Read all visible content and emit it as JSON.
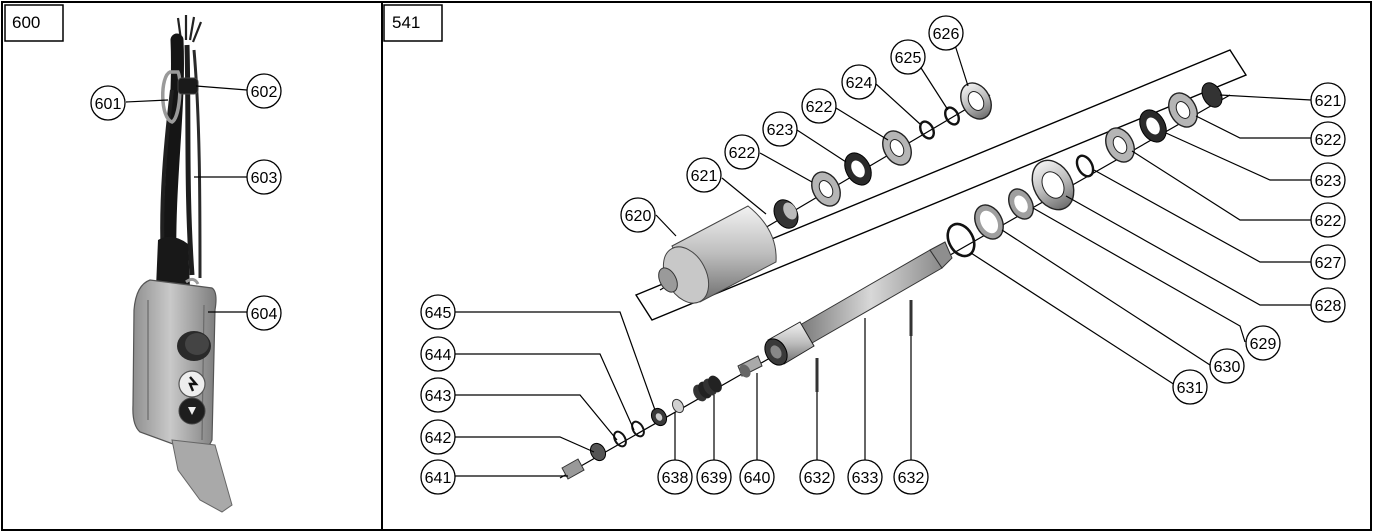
{
  "panels": [
    {
      "id": "600",
      "label": "600"
    },
    {
      "id": "541",
      "label": "541"
    }
  ],
  "parts": {
    "p601": "601",
    "p602": "602",
    "p603": "603",
    "p604": "604",
    "p620": "620",
    "p621a": "621",
    "p622a": "622",
    "p623a": "623",
    "p622b": "622",
    "p624": "624",
    "p625": "625",
    "p626": "626",
    "p621b": "621",
    "p622c": "622",
    "p623b": "623",
    "p622d": "622",
    "p627": "627",
    "p628": "628",
    "p629": "629",
    "p630": "630",
    "p631": "631",
    "p645": "645",
    "p644": "644",
    "p643": "643",
    "p642": "642",
    "p641": "641",
    "p638": "638",
    "p639": "639",
    "p640": "640",
    "p632a": "632",
    "p633": "633",
    "p632b": "632"
  }
}
